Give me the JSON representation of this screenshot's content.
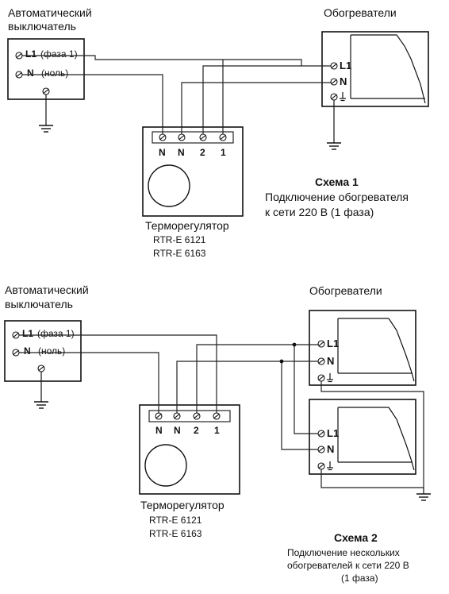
{
  "scheme1": {
    "breaker_title_line1": "Автоматический",
    "breaker_title_line2": "выключатель",
    "heaters_title": "Обогреватели",
    "breaker_terminal_l1": "L1",
    "breaker_terminal_l1_note": "(фаза 1)",
    "breaker_terminal_n": "N",
    "breaker_terminal_n_note": "(ноль)",
    "heater_terminal_l1": "L1",
    "heater_terminal_n": "N",
    "thermostat_terminals": [
      "N",
      "N",
      "2",
      "1"
    ],
    "thermostat_title": "Терморегулятор",
    "thermostat_model1": "RTR-E 6121",
    "thermostat_model2": "RTR-E 6163",
    "scheme_title": "Схема 1",
    "scheme_desc_line1": "Подключение обогревателя",
    "scheme_desc_line2": "к сети 220 В (1 фаза)"
  },
  "scheme2": {
    "breaker_title_line1": "Автоматический",
    "breaker_title_line2": "выключатель",
    "heaters_title": "Обогреватели",
    "breaker_terminal_l1": "L1",
    "breaker_terminal_l1_note": "(фаза 1)",
    "breaker_terminal_n": "N",
    "breaker_terminal_n_note": "(ноль)",
    "heater1_terminal_l1": "L1",
    "heater1_terminal_n": "N",
    "heater2_terminal_l1": "L1",
    "heater2_terminal_n": "N",
    "thermostat_terminals": [
      "N",
      "N",
      "2",
      "1"
    ],
    "thermostat_title": "Терморегулятор",
    "thermostat_model1": "RTR-E 6121",
    "thermostat_model2": "RTR-E 6163",
    "scheme_title": "Схема 2",
    "scheme_desc_line1": "Подключение нескольких",
    "scheme_desc_line2": "обогревателей к сети 220 В",
    "scheme_desc_line3": "(1 фаза)"
  }
}
